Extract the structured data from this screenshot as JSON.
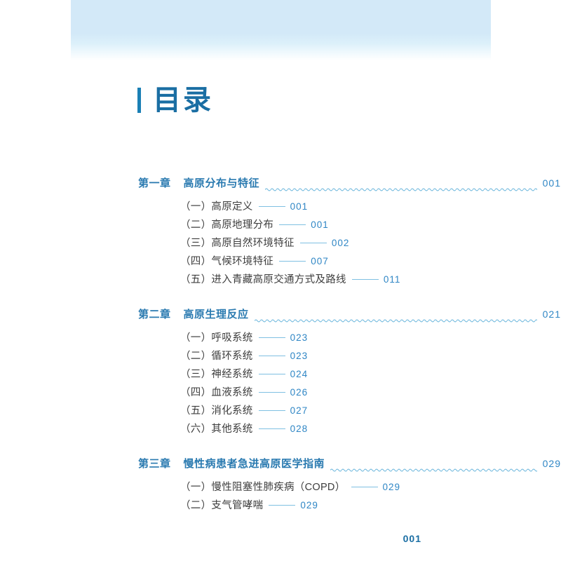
{
  "page": {
    "title": "目录",
    "folio": "001",
    "accent_color": "#1a6ea3",
    "chapter_color": "#2a7ab0",
    "entry_color": "#3d3d3d",
    "pagenum_color": "#2f86c5",
    "band_color": "#d3e9f8"
  },
  "toc": {
    "chapters": [
      {
        "number": "第一章",
        "title": "高原分布与特征",
        "page": "001",
        "leader": "wavy",
        "entries": [
          {
            "label": "（一）高原定义",
            "page": "001",
            "leader": "dash"
          },
          {
            "label": "（二）高原地理分布",
            "page": "001",
            "leader": "dash"
          },
          {
            "label": "（三）高原自然环境特征",
            "page": "002",
            "leader": "dash"
          },
          {
            "label": "（四）气候环境特征",
            "page": "007",
            "leader": "dash"
          },
          {
            "label": "（五）进入青藏高原交通方式及路线",
            "page": "011",
            "leader": "dash"
          }
        ]
      },
      {
        "number": "第二章",
        "title": "高原生理反应",
        "page": "021",
        "leader": "wavy",
        "entries": [
          {
            "label": "（一）呼吸系统",
            "page": "023",
            "leader": "dash"
          },
          {
            "label": "（二）循环系统",
            "page": "023",
            "leader": "dash"
          },
          {
            "label": "（三）神经系统",
            "page": "024",
            "leader": "dash"
          },
          {
            "label": "（四）血液系统",
            "page": "026",
            "leader": "dash"
          },
          {
            "label": "（五）消化系统",
            "page": "027",
            "leader": "dash"
          },
          {
            "label": "（六）其他系统",
            "page": "028",
            "leader": "dash"
          }
        ]
      },
      {
        "number": "第三章",
        "title": "慢性病患者急进高原医学指南",
        "page": "029",
        "leader": "wavy",
        "entries": [
          {
            "label": "（一）慢性阻塞性肺疾病（COPD）",
            "page": "029",
            "leader": "dash"
          },
          {
            "label": "（二）支气管哮喘",
            "page": "029",
            "leader": "dash"
          }
        ]
      }
    ]
  }
}
